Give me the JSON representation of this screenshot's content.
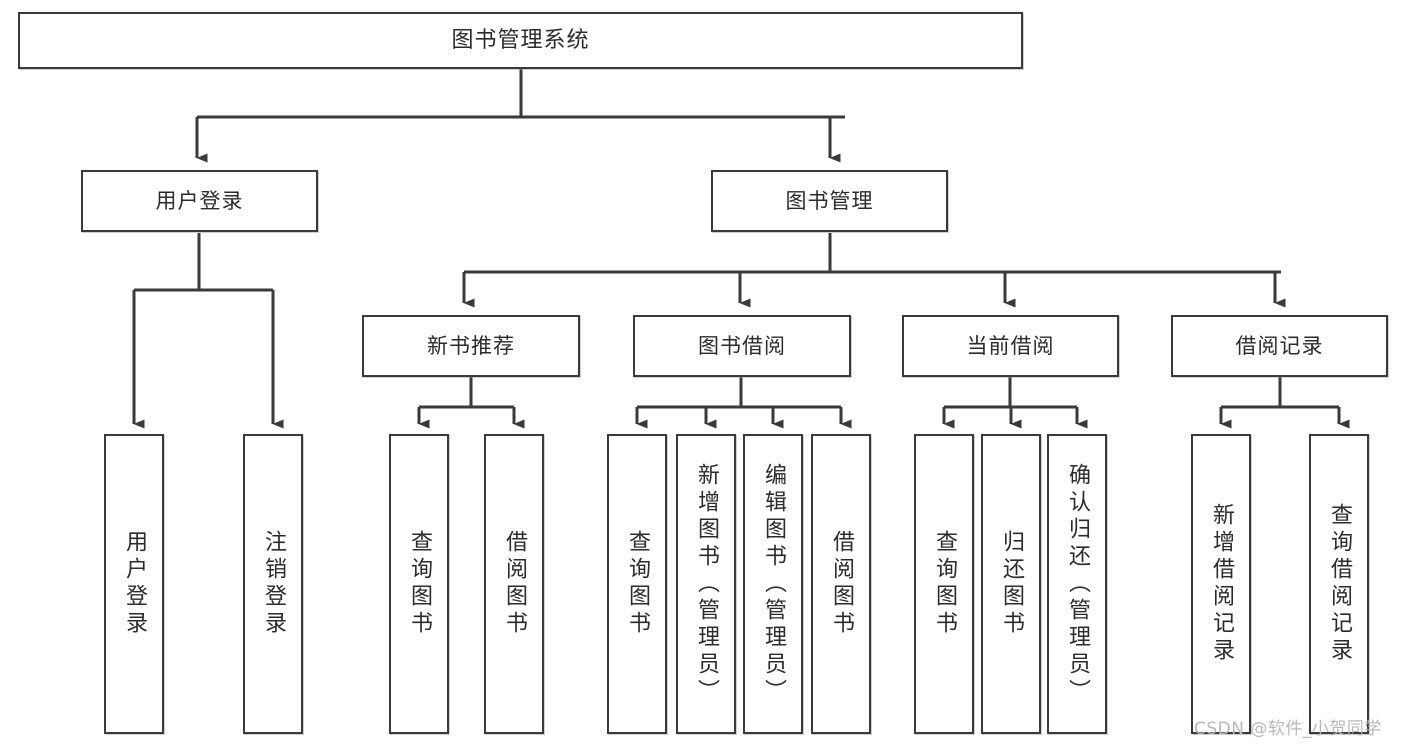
{
  "diagram": {
    "title": "图书管理系统",
    "type": "tree",
    "orientation": "top-down",
    "line_color": "#3a3a3a",
    "box_fill": "#ffffff",
    "text_color": "#2b2b2b",
    "background": "#ffffff",
    "nodes": {
      "root": {
        "label": "图书管理系统"
      },
      "level2": [
        {
          "label": "用户登录"
        },
        {
          "label": "图书管理"
        }
      ],
      "level3": [
        {
          "label": "新书推荐"
        },
        {
          "label": "图书借阅"
        },
        {
          "label": "当前借阅"
        },
        {
          "label": "借阅记录"
        }
      ],
      "leaves_user_login": [
        {
          "label": "用户登录"
        },
        {
          "label": "注销登录"
        }
      ],
      "leaves_new_book": [
        {
          "label": "查询图书"
        },
        {
          "label": "借阅图书"
        }
      ],
      "leaves_borrow": [
        {
          "label": "查询图书"
        },
        {
          "label": "新增图书（管理员）"
        },
        {
          "label": "编辑图书（管理员）"
        },
        {
          "label": "借阅图书"
        }
      ],
      "leaves_current": [
        {
          "label": "查询图书"
        },
        {
          "label": "归还图书"
        },
        {
          "label": "确认归还（管理员）"
        }
      ],
      "leaves_records": [
        {
          "label": "新增借阅记录"
        },
        {
          "label": "查询借阅记录"
        }
      ]
    }
  },
  "watermark": {
    "text": "CSDN @软件_小贺同学"
  }
}
